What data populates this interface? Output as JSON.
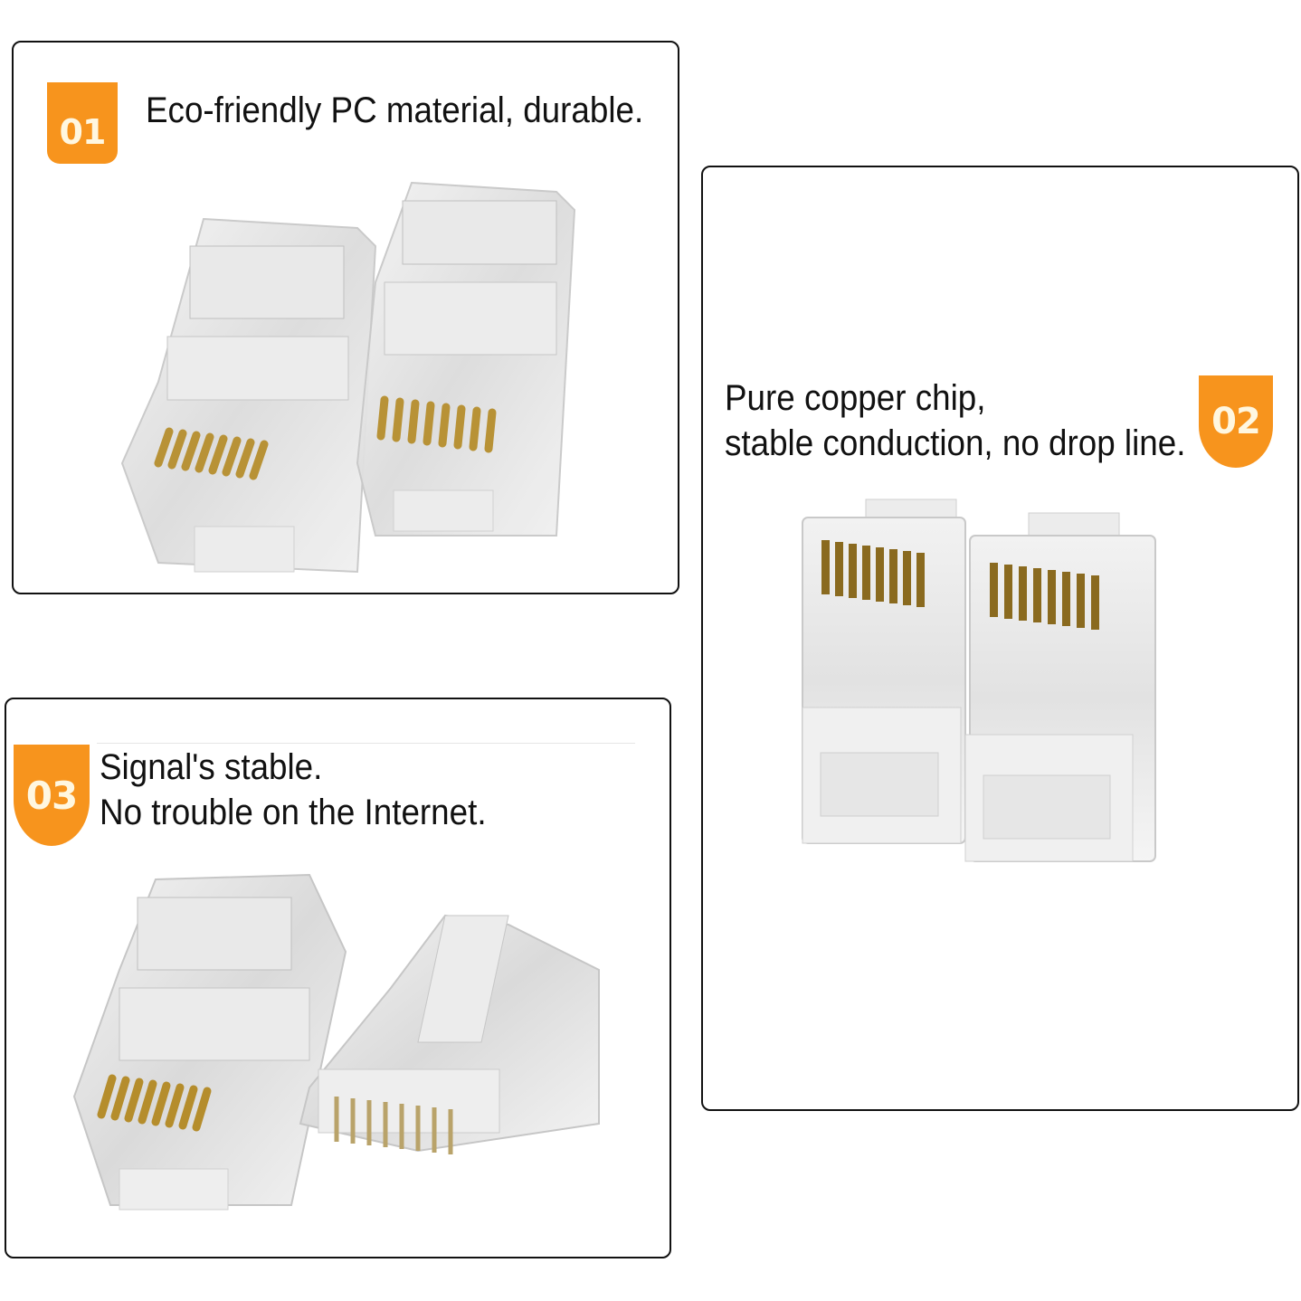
{
  "panels": [
    {
      "badge": "01",
      "caption_lines": [
        "Eco-friendly PC material, durable."
      ],
      "image": "two-rj45-connectors-angled-view"
    },
    {
      "badge": "02",
      "caption_lines": [
        "Pure copper chip,",
        "stable conduction, no drop line."
      ],
      "image": "two-rj45-connectors-front-view"
    },
    {
      "badge": "03",
      "caption_lines": [
        "Signal's stable.",
        "No trouble on the Internet."
      ],
      "image": "two-rj45-connectors-top-and-bottom-view"
    }
  ],
  "colors": {
    "badge_orange": "#f7941d",
    "badge_text": "#fff7e0",
    "border": "#111111",
    "contact_gold": "#c9a84a"
  }
}
